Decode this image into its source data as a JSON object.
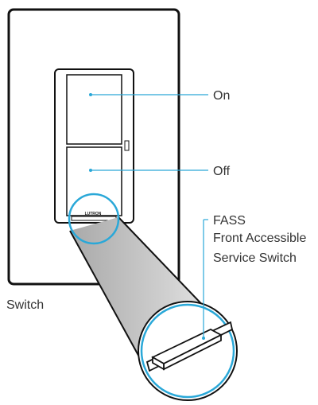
{
  "labels": {
    "on": "On",
    "off": "Off",
    "fass_line1": "FASS",
    "fass_line2": "Front Accessible",
    "fass_line3": "Service Switch",
    "switch": "Switch"
  },
  "brand": "LUTRON",
  "colors": {
    "callout": "#2aa8d8",
    "outline": "#111111",
    "label": "#333333",
    "cone_shade": "#b8b8b8"
  }
}
